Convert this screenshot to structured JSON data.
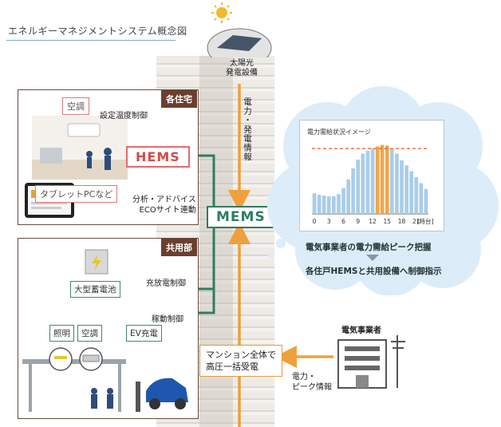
{
  "title": "エネルギーマネジメントシステム概念図",
  "solar": {
    "label_line1": "太陽光",
    "label_line2": "発電設備"
  },
  "vertical_label": "電力・発電情報",
  "house_panel": {
    "tag": "各住宅",
    "aircon": "空調",
    "temp_control": "設定温度制御",
    "hems": "HEMS",
    "tablet": "タブレットPCなど",
    "analysis_line1": "分析・アドバイス",
    "analysis_line2": "ECOサイト連動"
  },
  "mems": "MEMS",
  "common_panel": {
    "tag": "共用部",
    "battery": "大型蓄電池",
    "charge_control": "充放電制御",
    "operation_control": "稼動制御",
    "lighting": "照明",
    "aircon": "空調",
    "ev": "EV充電"
  },
  "receiving": {
    "line1": "マンション全体で",
    "line2": "高圧一括受電"
  },
  "utility": {
    "label": "電気事業者",
    "info_line1": "電力・",
    "info_line2": "ピーク情報"
  },
  "cloud": {
    "line1": "電気事業者の電力需給ピーク把握",
    "line2": "各住戸HEMSと共用設備へ制御指示"
  },
  "chart_data": {
    "type": "bar",
    "title": "電力需給状況イメージ",
    "x_ticks": [
      "0",
      "3",
      "6",
      "9",
      "12",
      "15",
      "18",
      "21",
      "[時台]"
    ],
    "hours": [
      0,
      1,
      2,
      3,
      4,
      5,
      6,
      7,
      8,
      9,
      10,
      11,
      12,
      13,
      14,
      15,
      16,
      17,
      18,
      19,
      20,
      21,
      22,
      23
    ],
    "values": [
      28,
      26,
      25,
      24,
      24,
      27,
      35,
      47,
      62,
      74,
      82,
      86,
      89,
      92,
      94,
      93,
      88,
      82,
      73,
      66,
      58,
      50,
      42,
      34
    ],
    "highlight_hours": [
      13,
      14,
      15
    ],
    "peak_line": 89,
    "ylim": [
      0,
      100
    ],
    "colors": {
      "bar": "#a9cde8",
      "highlight": "#f2a648",
      "peak_line": "#e05a2a"
    }
  },
  "colors": {
    "hems": "#e26b6b",
    "mems": "#2e7c62",
    "power": "#eea03c",
    "panel_tag": "#6b3f2f"
  }
}
